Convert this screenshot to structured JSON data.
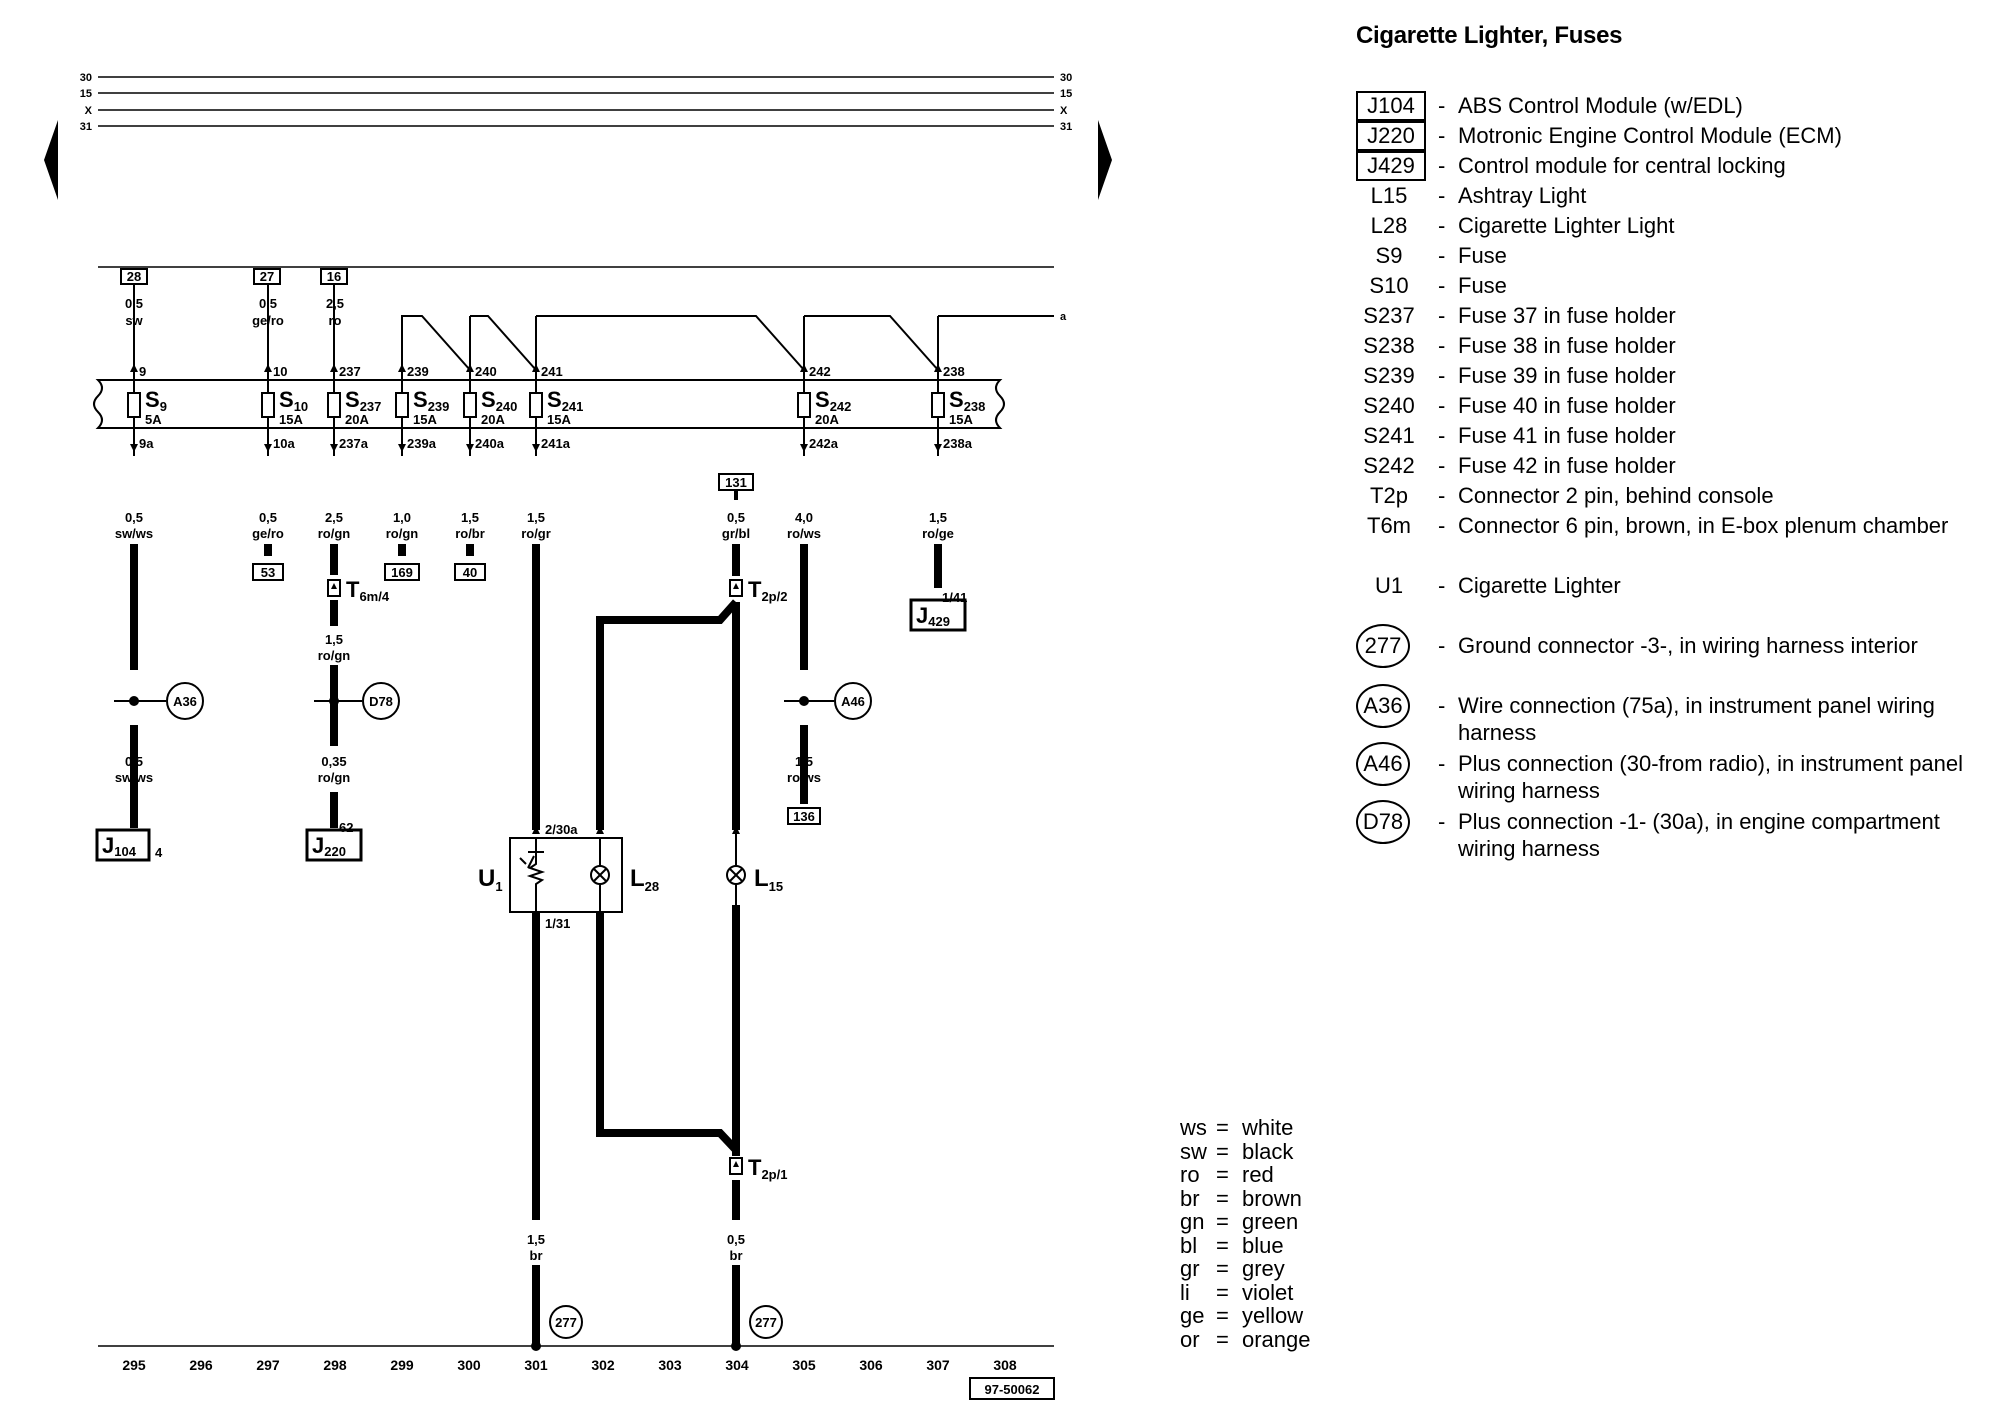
{
  "title": "Cigarette Lighter, Fuses",
  "rails": [
    "30",
    "15",
    "X",
    "31"
  ],
  "sheet_number": "97-50062",
  "current_track": [
    "295",
    "296",
    "297",
    "298",
    "299",
    "300",
    "301",
    "302",
    "303",
    "304",
    "305",
    "306",
    "307",
    "308"
  ],
  "source_refs": {
    "s9": "28",
    "s10": "27",
    "s237": "16",
    "u1": "131"
  },
  "top_wires": {
    "s9": {
      "size": "0,5",
      "color": "sw"
    },
    "s10": {
      "size": "0,5",
      "color": "ge/ro"
    },
    "s237": {
      "size": "2,5",
      "color": "ro"
    }
  },
  "continuation": "a",
  "fuses": [
    {
      "id": "s9",
      "name": "S",
      "sub": "9",
      "amp": "5A",
      "in": "9",
      "out": "9a"
    },
    {
      "id": "s10",
      "name": "S",
      "sub": "10",
      "amp": "15A",
      "in": "10",
      "out": "10a"
    },
    {
      "id": "s237",
      "name": "S",
      "sub": "237",
      "amp": "20A",
      "in": "237",
      "out": "237a"
    },
    {
      "id": "s239",
      "name": "S",
      "sub": "239",
      "amp": "15A",
      "in": "239",
      "out": "239a"
    },
    {
      "id": "s240",
      "name": "S",
      "sub": "240",
      "amp": "20A",
      "in": "240",
      "out": "240a"
    },
    {
      "id": "s241",
      "name": "S",
      "sub": "241",
      "amp": "15A",
      "in": "241",
      "out": "241a"
    },
    {
      "id": "s242",
      "name": "S",
      "sub": "242",
      "amp": "20A",
      "in": "242",
      "out": "242a"
    },
    {
      "id": "s238",
      "name": "S",
      "sub": "238",
      "amp": "15A",
      "in": "238",
      "out": "238a"
    }
  ],
  "wires": {
    "w295a": {
      "size": "0,5",
      "color": "sw/ws"
    },
    "w297": {
      "size": "0,5",
      "color": "ge/ro"
    },
    "w298a": {
      "size": "2,5",
      "color": "ro/gn"
    },
    "w299": {
      "size": "1,0",
      "color": "ro/gn"
    },
    "w300": {
      "size": "1,5",
      "color": "ro/br"
    },
    "w301a": {
      "size": "1,5",
      "color": "ro/gr"
    },
    "w304a": {
      "size": "0,5",
      "color": "gr/bl"
    },
    "w305a": {
      "size": "4,0",
      "color": "ro/ws"
    },
    "w307": {
      "size": "1,5",
      "color": "ro/ge"
    },
    "w298b": {
      "size": "1,5",
      "color": "ro/gn"
    },
    "w295b": {
      "size": "0,5",
      "color": "sw/ws"
    },
    "w298c": {
      "size": "0,35",
      "color": "ro/gn"
    },
    "w305b": {
      "size": "1,5",
      "color": "ro/ws"
    },
    "w301b": {
      "size": "1,5",
      "color": "br"
    },
    "w304b": {
      "size": "0,5",
      "color": "br"
    }
  },
  "refs": {
    "r297": "53",
    "r299": "169",
    "r300": "40",
    "r305": "136"
  },
  "splices": {
    "a36": "A36",
    "d78": "D78",
    "a46": "A46"
  },
  "grounds": {
    "g301": "277",
    "g304": "277"
  },
  "connectors": {
    "t6m": {
      "name": "T",
      "sub": "6m/4"
    },
    "t2p2": {
      "name": "T",
      "sub": "2p/2"
    },
    "t2p1": {
      "name": "T",
      "sub": "2p/1"
    }
  },
  "modules": {
    "j104": {
      "name": "J",
      "sub": "104",
      "pin": "4"
    },
    "j220": {
      "name": "J",
      "sub": "220",
      "pin": "62"
    },
    "j429": {
      "name": "J",
      "sub": "429",
      "pin": "1/41"
    }
  },
  "components": {
    "u1": {
      "name": "U",
      "sub": "1",
      "pin_in": "2/30a",
      "pin_out": "1/31"
    },
    "l28": {
      "name": "L",
      "sub": "28"
    },
    "l15": {
      "name": "L",
      "sub": "15"
    }
  },
  "legend": [
    {
      "code": "J104",
      "style": "box",
      "desc": "ABS Control Module (w/EDL)"
    },
    {
      "code": "J220",
      "style": "box",
      "desc": "Motronic Engine Control Module (ECM)"
    },
    {
      "code": "J429",
      "style": "box",
      "desc": "Control module for central locking"
    },
    {
      "code": "L15",
      "style": "plain",
      "desc": "Ashtray Light"
    },
    {
      "code": "L28",
      "style": "plain",
      "desc": "Cigarette Lighter Light"
    },
    {
      "code": "S9",
      "style": "plain",
      "desc": "Fuse"
    },
    {
      "code": "S10",
      "style": "plain",
      "desc": "Fuse"
    },
    {
      "code": "S237",
      "style": "plain",
      "desc": "Fuse 37 in fuse holder"
    },
    {
      "code": "S238",
      "style": "plain",
      "desc": "Fuse 38 in fuse holder"
    },
    {
      "code": "S239",
      "style": "plain",
      "desc": "Fuse 39 in fuse holder"
    },
    {
      "code": "S240",
      "style": "plain",
      "desc": "Fuse 40 in fuse holder"
    },
    {
      "code": "S241",
      "style": "plain",
      "desc": "Fuse 41 in fuse holder"
    },
    {
      "code": "S242",
      "style": "plain",
      "desc": "Fuse 42 in fuse holder"
    },
    {
      "code": "T2p",
      "style": "plain",
      "desc": "Connector 2 pin, behind console"
    },
    {
      "code": "T6m",
      "style": "plain",
      "desc": "Connector 6 pin, brown, in E-box plenum chamber"
    },
    {
      "code": "U1",
      "style": "plain",
      "desc": "Cigarette Lighter"
    },
    {
      "code": "277",
      "style": "circle",
      "desc": "Ground connector -3-, in wiring harness interior"
    },
    {
      "code": "A36",
      "style": "circle",
      "desc": "Wire connection (75a), in instrument panel wiring harness"
    },
    {
      "code": "A46",
      "style": "circle",
      "desc": "Plus connection (30-from radio), in instrument panel wiring harness"
    },
    {
      "code": "D78",
      "style": "circle",
      "desc": "Plus connection -1- (30a), in engine compartment wiring harness"
    }
  ],
  "wire_colors": [
    {
      "code": "ws",
      "name": "white"
    },
    {
      "code": "sw",
      "name": "black"
    },
    {
      "code": "ro",
      "name": "red"
    },
    {
      "code": "br",
      "name": "brown"
    },
    {
      "code": "gn",
      "name": "green"
    },
    {
      "code": "bl",
      "name": "blue"
    },
    {
      "code": "gr",
      "name": "grey"
    },
    {
      "code": "li",
      "name": "violet"
    },
    {
      "code": "ge",
      "name": "yellow"
    },
    {
      "code": "or",
      "name": "orange"
    }
  ]
}
